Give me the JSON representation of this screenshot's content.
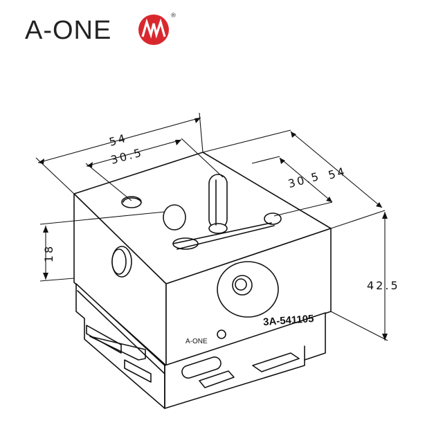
{
  "header": {
    "logo_text": "A-ONE",
    "registered_mark": "®",
    "brand_color": "#d8282e",
    "logo_icon": "zigzag-mountain-icon"
  },
  "drawing": {
    "dimensions": {
      "top_width": "54",
      "top_inner_width": "30.5",
      "right_inner_depth": "30.5",
      "right_depth": "54",
      "left_height": "18",
      "overall_height": "42.5"
    },
    "part_number": "3A-541105",
    "body_brand": "A-ONE"
  }
}
